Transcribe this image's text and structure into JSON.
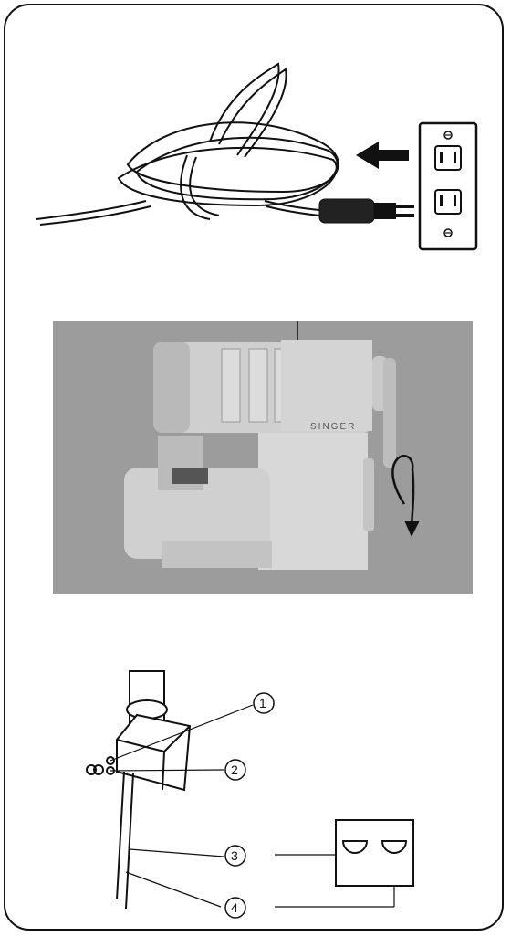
{
  "photo": {
    "brand": "SINGER"
  },
  "callouts": [
    {
      "number": "1"
    },
    {
      "number": "2"
    },
    {
      "number": "3"
    },
    {
      "number": "4"
    }
  ]
}
